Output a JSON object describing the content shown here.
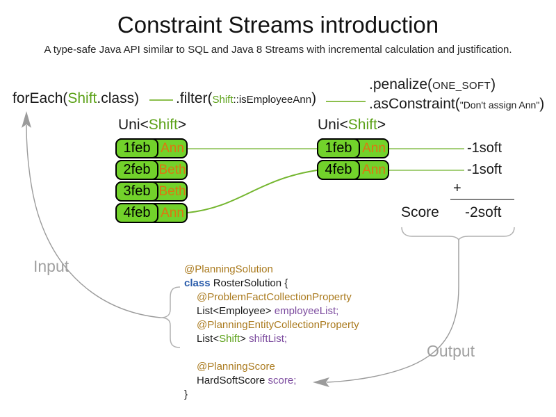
{
  "title": "Constraint Streams introduction",
  "subtitle": "A type-safe Java API similar to SQL and Java 8 Streams with incremental calculation and justification.",
  "flow": {
    "foreach_pre": "forEach(",
    "foreach_type": "Shift",
    "foreach_post": ".class)",
    "filter_pre": ".filter(",
    "filter_type": "Shift",
    "filter_method": "::isEmployeeAnn",
    "filter_post": ")",
    "penalize_pre": ".penalize(",
    "penalize_arg": "ONE_SOFT",
    "penalize_post": ")",
    "asconstraint_pre": ".asConstraint(",
    "asconstraint_arg": "\"Don't assign Ann\"",
    "asconstraint_post": ")"
  },
  "streams": {
    "left": {
      "label_pre": "Uni<",
      "label_type": "Shift",
      "label_post": ">",
      "rows": [
        {
          "date": "1feb",
          "name": "Ann"
        },
        {
          "date": "2feb",
          "name": "Beth"
        },
        {
          "date": "3feb",
          "name": "Beth"
        },
        {
          "date": "4feb",
          "name": "Ann"
        }
      ]
    },
    "right": {
      "label_pre": "Uni<",
      "label_type": "Shift",
      "label_post": ">",
      "rows": [
        {
          "date": "1feb",
          "name": "Ann"
        },
        {
          "date": "4feb",
          "name": "Ann"
        }
      ],
      "penalties": [
        "-1soft",
        "-1soft"
      ]
    }
  },
  "score": {
    "plus": "+",
    "label": "Score",
    "value": "-2soft"
  },
  "annotations": {
    "input": "Input",
    "output": "Output"
  },
  "code": {
    "lines": [
      {
        "indent": false,
        "segments": [
          {
            "text": "@PlanningSolution",
            "style": "annotation"
          }
        ]
      },
      {
        "indent": false,
        "segments": [
          {
            "text": "class",
            "style": "keyword"
          },
          {
            "text": " RosterSolution {",
            "style": "plain"
          }
        ]
      },
      {
        "indent": true,
        "segments": [
          {
            "text": "@ProblemFactCollectionProperty",
            "style": "annotation"
          }
        ]
      },
      {
        "indent": true,
        "segments": [
          {
            "text": "List<Employee> ",
            "style": "plain"
          },
          {
            "text": "employeeList;",
            "style": "field"
          }
        ]
      },
      {
        "indent": true,
        "segments": [
          {
            "text": "@PlanningEntityCollectionProperty",
            "style": "annotation"
          }
        ]
      },
      {
        "indent": true,
        "segments": [
          {
            "text": "List<",
            "style": "plain"
          },
          {
            "text": "Shift",
            "style": "type"
          },
          {
            "text": "> ",
            "style": "plain"
          },
          {
            "text": "shiftList;",
            "style": "field"
          }
        ]
      },
      {
        "indent": false,
        "segments": []
      },
      {
        "indent": true,
        "segments": [
          {
            "text": "@PlanningScore",
            "style": "annotation"
          }
        ]
      },
      {
        "indent": true,
        "segments": [
          {
            "text": "HardSoftScore ",
            "style": "plain"
          },
          {
            "text": "score;",
            "style": "field"
          }
        ]
      },
      {
        "indent": false,
        "segments": [
          {
            "text": "}",
            "style": "plain"
          }
        ]
      }
    ]
  },
  "colors": {
    "green_text": "#5ba117",
    "green_fill": "#72d22b",
    "orange_text": "#de7511",
    "annotation_text": "#aa7a1e",
    "keyword_text": "#2a5caa",
    "field_text": "#7b4a9e",
    "line_green": "#8cbf4d",
    "line_green_light": "#a5cf7a",
    "line_green_curve": "#74b62f",
    "gray_arrow": "#9b9b9b",
    "gray_label": "#a0a0a0",
    "sum_line": "#808080",
    "text_black": "#1a1a1a"
  }
}
